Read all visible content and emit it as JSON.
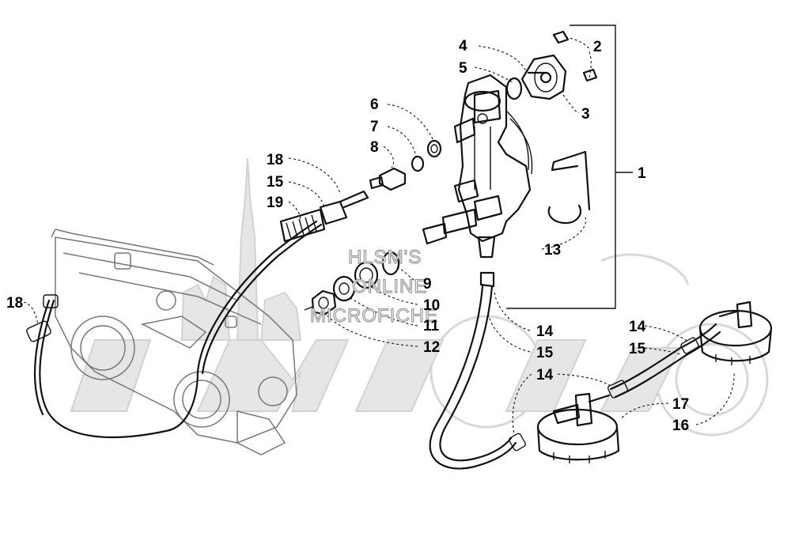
{
  "watermark": {
    "line1": "HLSM'S",
    "line2": "ONLINE",
    "line3": "MICROFICHE"
  },
  "callouts": [
    {
      "id": "c2a",
      "text": "2"
    },
    {
      "id": "c4",
      "text": "4"
    },
    {
      "id": "c5",
      "text": "5"
    },
    {
      "id": "c3",
      "text": "3"
    },
    {
      "id": "c6",
      "text": "6"
    },
    {
      "id": "c7",
      "text": "7"
    },
    {
      "id": "c8",
      "text": "8"
    },
    {
      "id": "c1",
      "text": "1"
    },
    {
      "id": "c18a",
      "text": "18"
    },
    {
      "id": "c15a",
      "text": "15"
    },
    {
      "id": "c19",
      "text": "19"
    },
    {
      "id": "c13",
      "text": "13"
    },
    {
      "id": "c9",
      "text": "9"
    },
    {
      "id": "c10",
      "text": "10"
    },
    {
      "id": "c11",
      "text": "11"
    },
    {
      "id": "c12",
      "text": "12"
    },
    {
      "id": "c18b",
      "text": "18"
    },
    {
      "id": "c14a",
      "text": "14"
    },
    {
      "id": "c15b",
      "text": "15"
    },
    {
      "id": "c14b",
      "text": "14"
    },
    {
      "id": "c15c",
      "text": "15"
    },
    {
      "id": "c14c",
      "text": "14"
    },
    {
      "id": "c17",
      "text": "17"
    },
    {
      "id": "c16",
      "text": "16"
    }
  ]
}
